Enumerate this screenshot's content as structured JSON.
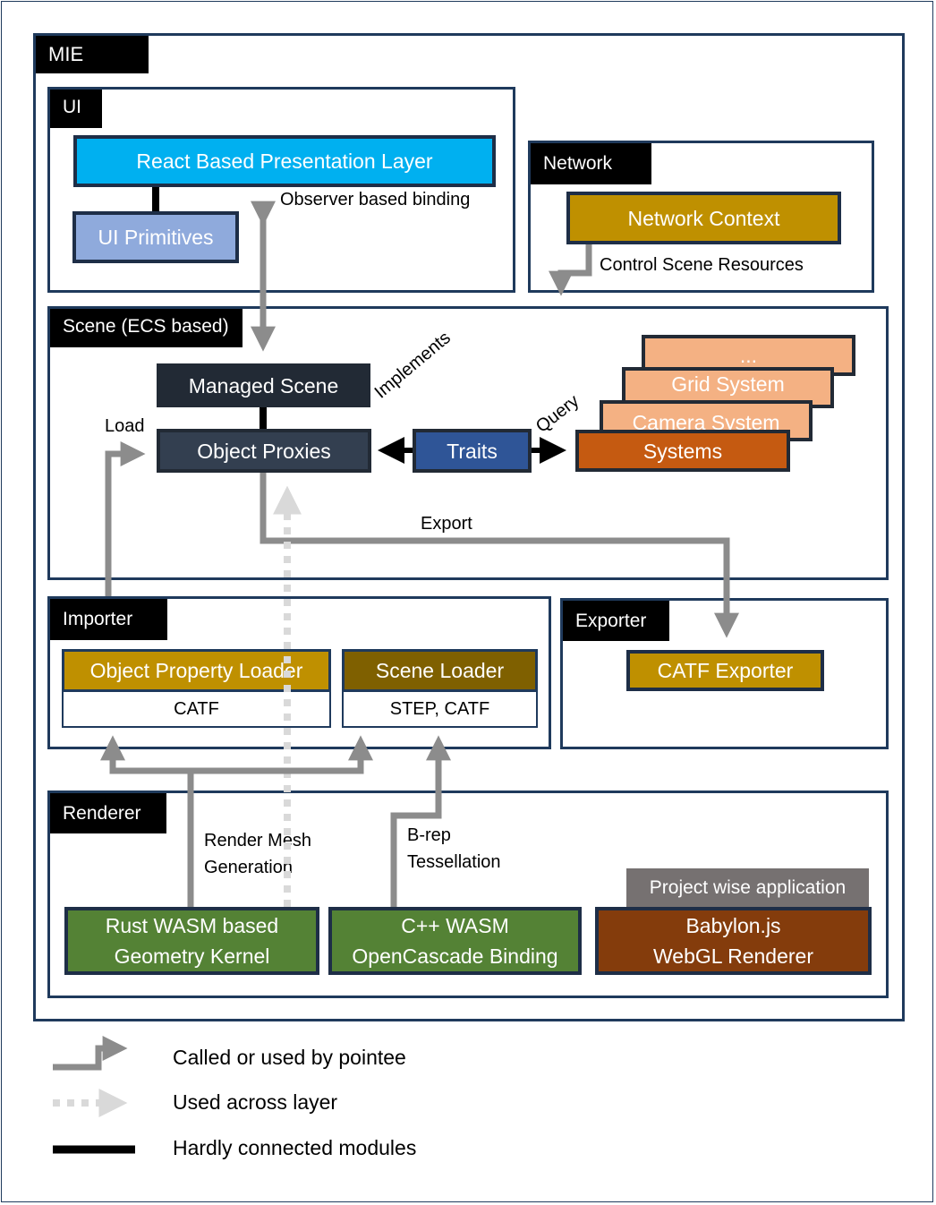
{
  "layers": {
    "mie": "MIE",
    "ui": "UI",
    "network": "Network",
    "scene": "Scene (ECS based)",
    "importer": "Importer",
    "exporter": "Exporter",
    "renderer": "Renderer"
  },
  "modules": {
    "react_layer": "React Based Presentation Layer",
    "ui_primitives": "UI Primitives",
    "network_context": "Network Context",
    "managed_scene": "Managed Scene",
    "object_proxies": "Object Proxies",
    "traits": "Traits",
    "systems": "Systems",
    "camera_system": "Camera System",
    "grid_system": "Grid System",
    "more_systems": "...",
    "object_property_loader": "Object Property Loader",
    "object_property_loader_formats": "CATF",
    "scene_loader": "Scene Loader",
    "scene_loader_formats": "STEP, CATF",
    "catf_exporter": "CATF Exporter",
    "rust_kernel_line1": "Rust WASM based",
    "rust_kernel_line2": "Geometry Kernel",
    "cpp_binding_line1": "C++ WASM",
    "cpp_binding_line2": "OpenCascade Binding",
    "project_wise": "Project wise application",
    "babylon_line1": "Babylon.js",
    "babylon_line2": "WebGL Renderer"
  },
  "edge_labels": {
    "observer_binding": "Observer based binding",
    "control_scene": "Control Scene Resources",
    "implements": "Implements",
    "query": "Query",
    "load": "Load",
    "export": "Export",
    "render_mesh_line1": "Render Mesh",
    "render_mesh_line2": "Generation",
    "brep_line1": "B-rep",
    "brep_line2": "Tessellation"
  },
  "legend": {
    "called": "Called or used by pointee",
    "across": "Used across layer",
    "hard": "Hardly connected modules"
  },
  "colors": {
    "frame": "#1f3a5c",
    "react": "#00b0f0",
    "ui_primitives": "#8faadc",
    "network_context": "#bf9000",
    "managed_scene": "#222a35",
    "object_proxies": "#333f50",
    "traits": "#2f5597",
    "systems": "#c55a11",
    "system_stack": "#f4b183",
    "loader_gold": "#bf9000",
    "scene_loader": "#7f6000",
    "exporter": "#bf9000",
    "green_module": "#548235",
    "babylon": "#843c0c",
    "project_wise": "#767171",
    "arrow_gray": "#8c8c8c",
    "arrow_light": "#d9d9d9"
  }
}
